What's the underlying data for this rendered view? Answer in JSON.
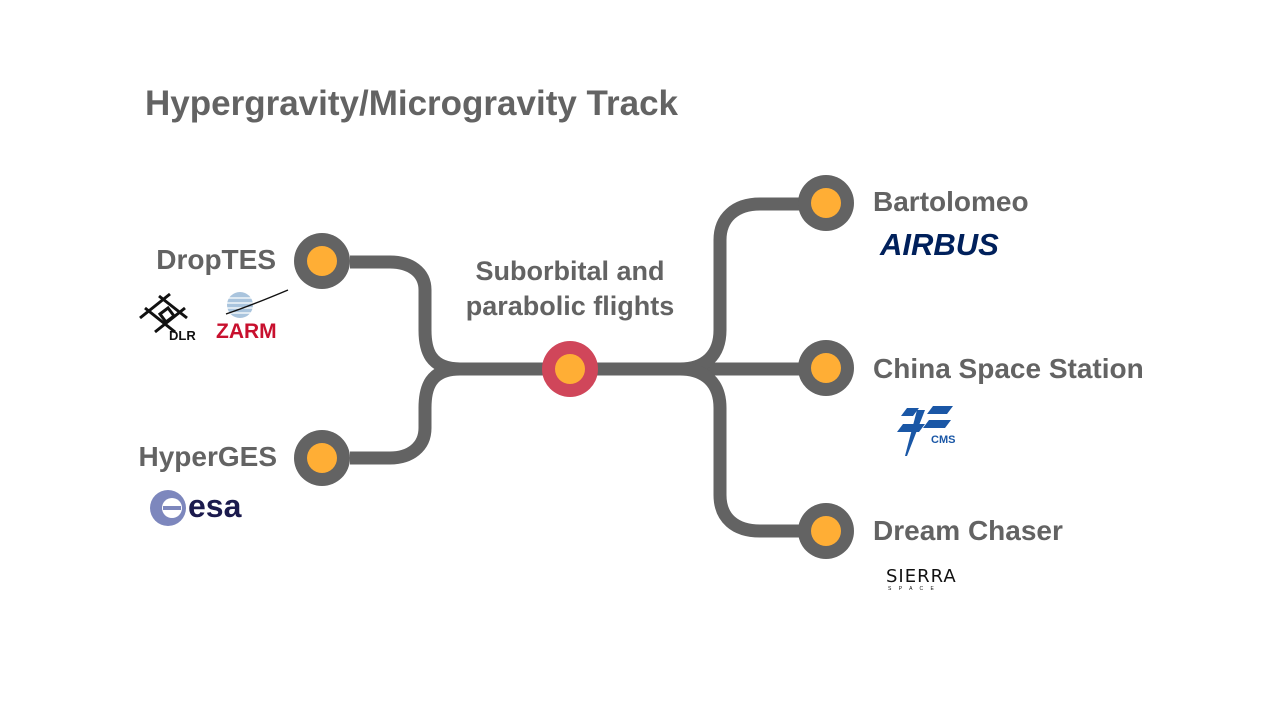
{
  "title": "Hypergravity/Microgravity Track",
  "center": {
    "line1": "Suborbital and",
    "line2": "parabolic flights",
    "node_color": "#d0465a"
  },
  "left_branches": [
    {
      "name": "DropTES",
      "logos": [
        {
          "name": "dlr-logo",
          "text": "DLR"
        },
        {
          "name": "zarm-logo",
          "text": "ZARM"
        }
      ]
    },
    {
      "name": "HyperGES",
      "logos": [
        {
          "name": "esa-logo",
          "text": "esa"
        }
      ]
    }
  ],
  "right_branches": [
    {
      "name": "Bartolomeo",
      "logos": [
        {
          "name": "airbus-logo",
          "text": "AIRBUS"
        }
      ]
    },
    {
      "name": "China Space Station",
      "logos": [
        {
          "name": "cms-logo",
          "text": "CMS"
        }
      ]
    },
    {
      "name": "Dream Chaser",
      "logos": [
        {
          "name": "sierra-space-logo",
          "text": "SIERRA",
          "subtext": "S P A C E"
        }
      ]
    }
  ],
  "colors": {
    "track": "#636363",
    "node_fill": "#ffae35",
    "node_ring": "#636363",
    "text": "#636363",
    "airbus": "#00205b",
    "zarm": "#c8102e",
    "esa": "#003247",
    "cms": "#1a57a6"
  }
}
